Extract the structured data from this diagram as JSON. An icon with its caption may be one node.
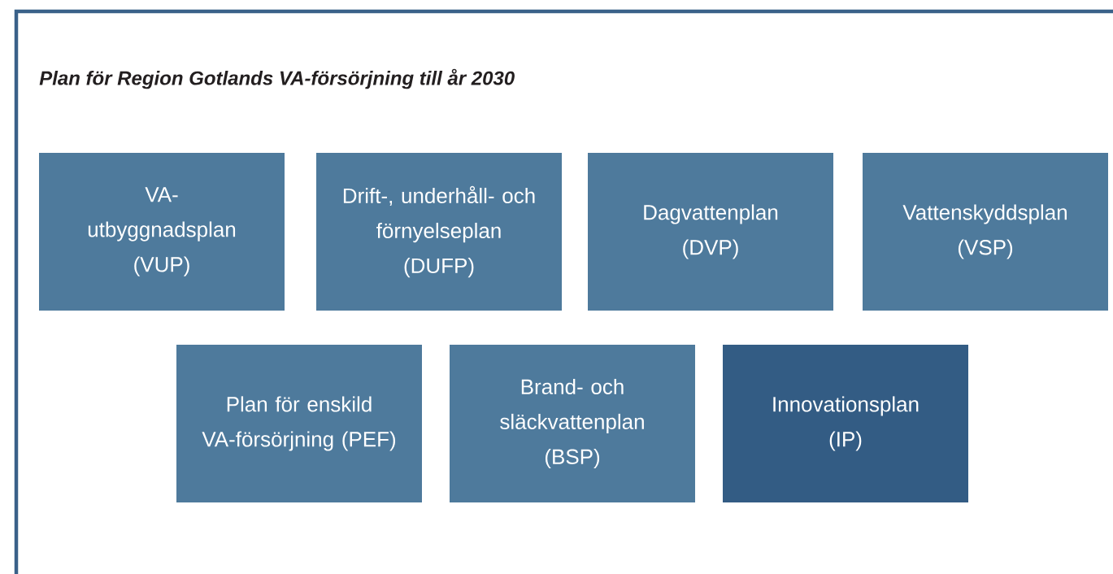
{
  "diagram": {
    "title": "Plan för Region Gotlands VA-försörjning till år 2030",
    "nodes": [
      {
        "text": [
          "VA-utbyggnadsplan (VUP)"
        ]
      },
      {
        "text": [
          "Drift-, underhåll- och förnyelseplan (DUFP)"
        ]
      },
      {
        "text": [
          "Dagvattenplan (DVP)"
        ]
      },
      {
        "text": [
          "Vattenskyddsplan (VSP)"
        ]
      },
      {
        "text": [
          "Plan för enskild VA-försörjning (PEF)"
        ]
      },
      {
        "text": [
          "Brand- och släckvattenplan (BSP)"
        ]
      },
      {
        "text": [
          "Innovationsplan (IP)"
        ]
      }
    ]
  }
}
